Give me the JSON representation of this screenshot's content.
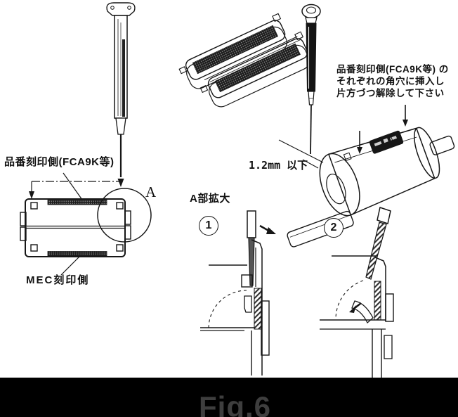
{
  "figure": {
    "caption": "Fig.6",
    "caption_color": "#3e3e3e"
  },
  "annotations": {
    "top_marking_side": "品番刻印側(FCA9K等)",
    "bottom_marking_side": "MEC刻印側",
    "detail_area": "A",
    "detail_area_title": "A部拡大",
    "tip_width_note": "1.2mm 以下",
    "instruction_line1": "品番刻印側(FCA9K等) の",
    "instruction_line2": "それぞれの角穴に挿入し",
    "instruction_line3": "片方づつ解除して下さい",
    "step1_number": "1",
    "step2_number": "2"
  }
}
